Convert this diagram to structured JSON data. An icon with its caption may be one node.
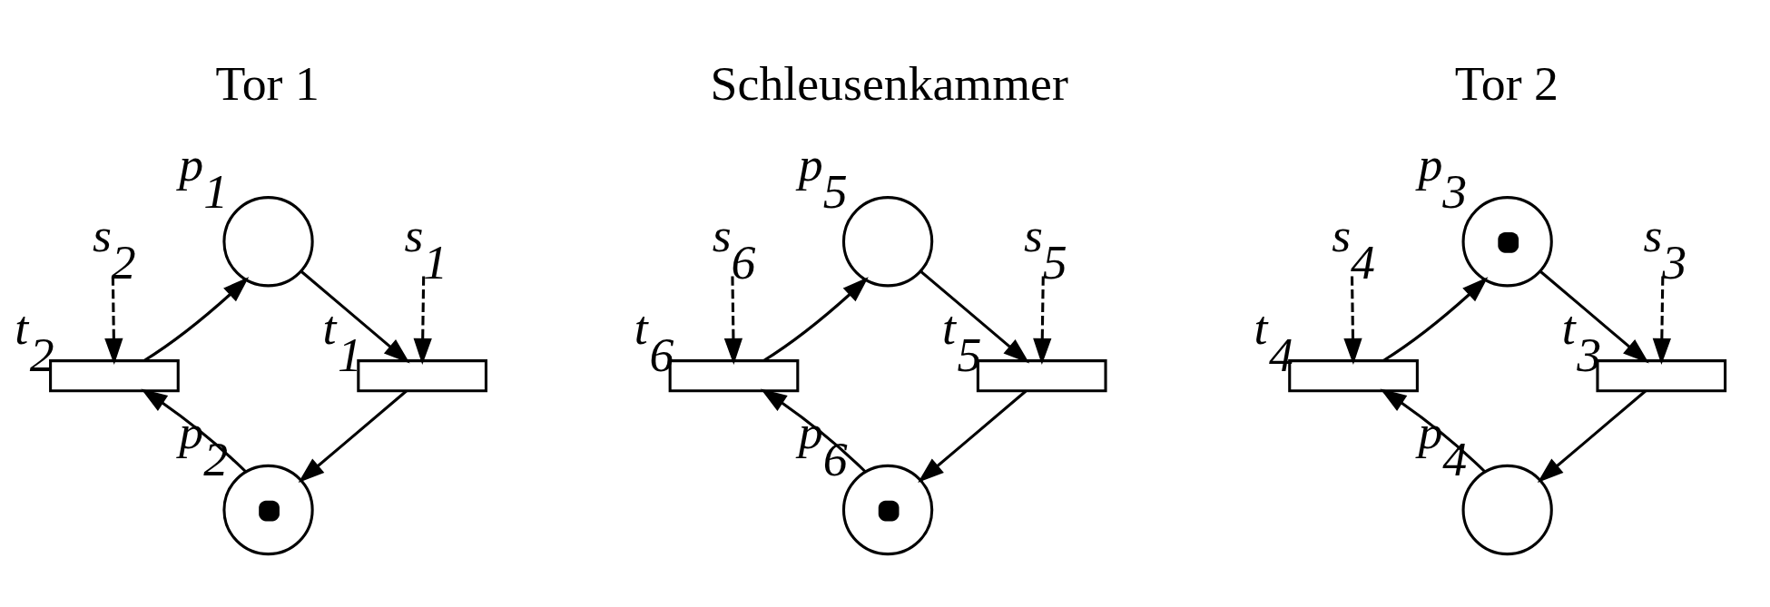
{
  "diagram": {
    "nodes": [
      {
        "text": [
          "s$_{2}$"
        ]
      },
      {
        "text": [],
        "shape": "circle",
        "beside": [
          "p$_{1}$"
        ]
      },
      {
        "text": [
          "s$_{1}$"
        ]
      },
      {
        "text": [],
        "shape": "bar",
        "beside": [
          "t$_{2}$"
        ]
      },
      {
        "text": [],
        "shape": "bar",
        "beside": [
          "t$_{1}$"
        ]
      },
      {
        "text": [],
        "shape": "circle",
        "beside": [
          "p$_{2}$"
        ]
      },
      {
        "text": [
          "s$_{6}$"
        ]
      },
      {
        "text": [],
        "shape": "circle",
        "beside": [
          "p$_{5}$"
        ]
      },
      {
        "text": [
          "s$_{5}$"
        ]
      },
      {
        "text": [],
        "shape": "bar",
        "beside": [
          "t$_{6}$"
        ]
      },
      {
        "text": [],
        "shape": "bar",
        "beside": [
          "t$_{5}$"
        ]
      },
      {
        "text": [],
        "shape": "circle",
        "beside": [
          "p$_{6}$"
        ]
      },
      {
        "text": [
          "s$_{4}$"
        ]
      },
      {
        "text": [],
        "shape": "circle",
        "beside": [
          "p$_{3}$"
        ]
      },
      {
        "text": [
          "s$_{3}$"
        ]
      },
      {
        "text": [],
        "shape": "bar",
        "beside": [
          "t$_{4}$"
        ]
      },
      {
        "text": [],
        "shape": "bar",
        "beside": [
          "t$_{3}$"
        ]
      },
      {
        "text": [],
        "shape": "circle",
        "beside": [
          "p$_{4}$"
        ]
      }
    ],
    "edges": [
      {
        "from": 0,
        "to": 3,
        "arrow": "to",
        "style": "dashed"
      },
      {
        "from": 2,
        "to": 4,
        "arrow": "to",
        "style": "dashed"
      },
      {
        "from": 3,
        "to": 1,
        "arrow": "to"
      },
      {
        "from": 1,
        "to": 4,
        "arrow": "to"
      },
      {
        "from": 4,
        "to": 5,
        "arrow": "to"
      },
      {
        "from": 5,
        "to": 3,
        "arrow": "to"
      },
      {
        "from": 6,
        "to": 9,
        "arrow": "to",
        "style": "dashed"
      },
      {
        "from": 8,
        "to": 10,
        "arrow": "to",
        "style": "dashed"
      },
      {
        "from": 9,
        "to": 7,
        "arrow": "to"
      },
      {
        "from": 7,
        "to": 10,
        "arrow": "to"
      },
      {
        "from": 10,
        "to": 11,
        "arrow": "to"
      },
      {
        "from": 11,
        "to": 9,
        "arrow": "to"
      },
      {
        "from": 12,
        "to": 15,
        "arrow": "to",
        "style": "dashed"
      },
      {
        "from": 14,
        "to": 16,
        "arrow": "to",
        "style": "dashed"
      },
      {
        "from": 15,
        "to": 13,
        "arrow": "to"
      },
      {
        "from": 13,
        "to": 16,
        "arrow": "to"
      },
      {
        "from": 16,
        "to": 17,
        "arrow": "to"
      },
      {
        "from": 17,
        "to": 15,
        "arrow": "to"
      }
    ],
    "labels": [
      "Tor 1",
      "Schleusenkammer",
      "Tor 2"
    ]
  }
}
